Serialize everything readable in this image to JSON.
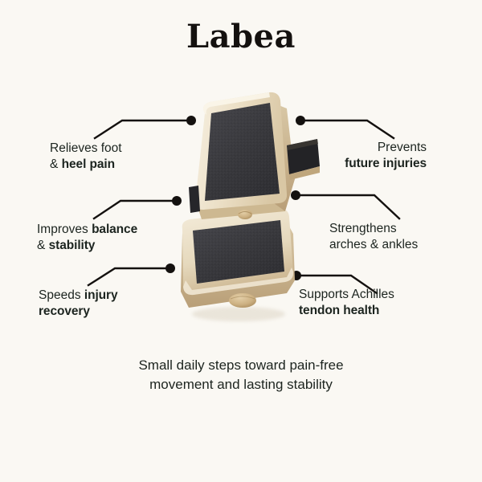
{
  "theme": {
    "background": "#faf8f3",
    "text_color": "#1c241f",
    "title_color": "#14110f",
    "wood_light": "#efe4ce",
    "wood_mid": "#e0d0b2",
    "wood_dark": "#c8b18a",
    "grip_dark": "#3a3a3c",
    "line_color": "#14110f"
  },
  "header": {
    "title": "Labea"
  },
  "product": {
    "name": "wooden-slant-board",
    "alt": "Wooden calf stretch slant board with dark grip surface"
  },
  "features": {
    "left": [
      {
        "id": "heel-pain",
        "line1": "Relieves foot",
        "line2_prefix": "& ",
        "line2_bold": "heel pain"
      },
      {
        "id": "balance-stability",
        "line1_prefix": "Improves ",
        "line1_bold": "balance",
        "line2_prefix": "& ",
        "line2_bold": "stability"
      },
      {
        "id": "injury-recovery",
        "line1_prefix": "Speeds ",
        "line1_bold": "injury",
        "line2_bold": "recovery"
      }
    ],
    "right": [
      {
        "id": "future-injuries",
        "line1": "Prevents",
        "line2_bold": "future injuries"
      },
      {
        "id": "arches-ankles",
        "line1": "Strengthens",
        "line2": "arches & ankles"
      },
      {
        "id": "achilles-tendon",
        "line1": "Supports Achilles",
        "line2_bold": "tendon health"
      }
    ]
  },
  "caption": {
    "line1": "Small daily steps toward pain-free",
    "line2": "movement and lasting stability"
  }
}
